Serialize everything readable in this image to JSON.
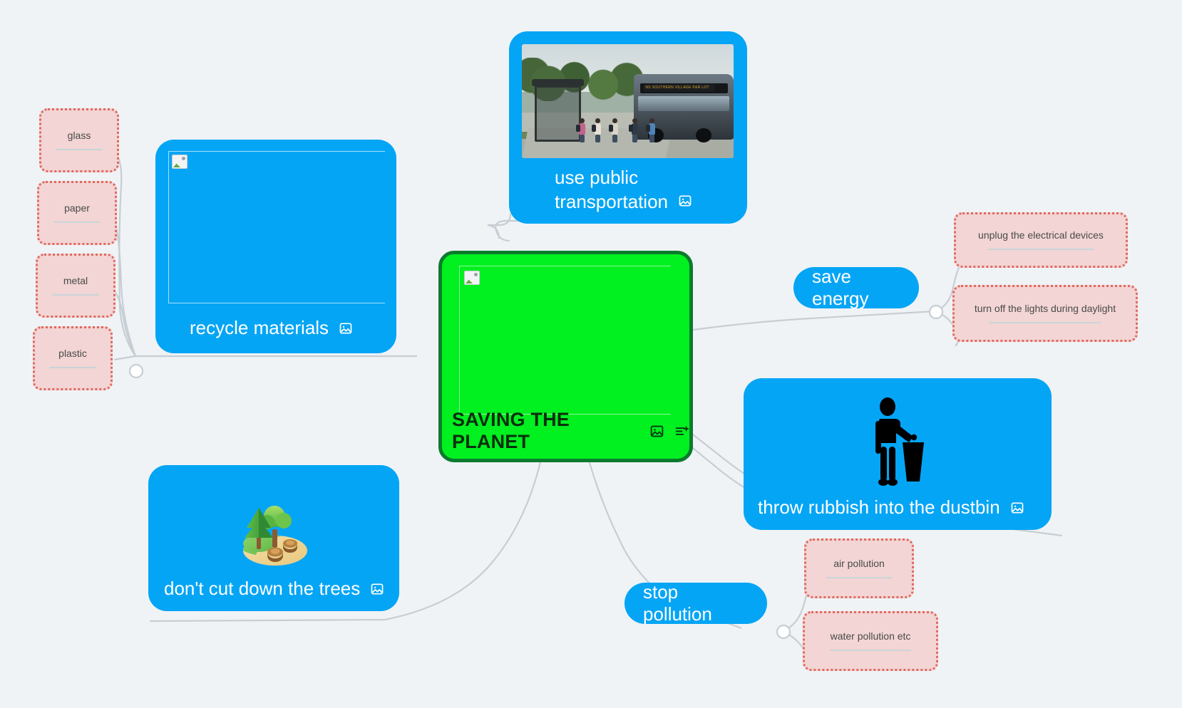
{
  "canvas": {
    "background_color": "#eff3f6",
    "edge_color": "#c7ced3",
    "junction_fill": "#ffffff"
  },
  "central_node": {
    "title": "SAVING THE PLANET",
    "fill_color": "#00f020",
    "border_color": "#0c7a2c",
    "text_color": "#0b2d0b",
    "image_placeholder": "broken-image-icon",
    "icons": [
      "image-icon",
      "add-note-icon"
    ]
  },
  "branches": [
    {
      "id": "recycle-materials",
      "label": "recycle materials",
      "type": "image-card",
      "fill_color": "#05a5f5",
      "image_placeholder": "broken-image-icon",
      "icon": "image-icon",
      "children": [
        {
          "label": "glass"
        },
        {
          "label": "paper"
        },
        {
          "label": "metal"
        },
        {
          "label": "plastic"
        }
      ]
    },
    {
      "id": "use-public-transportation",
      "label_line1": "use public",
      "label_line2": "transportation",
      "label": "use public transportation",
      "type": "photo-card",
      "fill_color": "#05a5f5",
      "photo": "bus-stop-photo",
      "photo_destination_text": "NS   SOUTHERN VILLAGE P&R LOT",
      "icon": "image-icon",
      "children": []
    },
    {
      "id": "save-energy",
      "label": "save energy",
      "type": "pill",
      "fill_color": "#05a5f5",
      "children": [
        {
          "label": "unplug the electrical devices"
        },
        {
          "label": "turn off the lights during daylight"
        }
      ]
    },
    {
      "id": "throw-rubbish-into-the-dustbin",
      "label": "throw rubbish into the dustbin",
      "type": "image-card",
      "fill_color": "#05a5f5",
      "illustration": "person-throwing-rubbish-icon",
      "icon": "image-icon",
      "children": []
    },
    {
      "id": "stop-pollution",
      "label": "stop pollution",
      "type": "pill",
      "fill_color": "#05a5f5",
      "children": [
        {
          "label": "air pollution"
        },
        {
          "label": "water pollution etc"
        }
      ]
    },
    {
      "id": "dont-cut-down-the-trees",
      "label": "don't cut down the trees",
      "type": "image-card",
      "fill_color": "#05a5f5",
      "illustration": "deforestation-trees-icon",
      "icon": "image-icon",
      "children": []
    }
  ],
  "leaf_style": {
    "fill_color": "#f2d5d4",
    "border_color": "#e2685f",
    "text_color": "#4a4a4a"
  }
}
